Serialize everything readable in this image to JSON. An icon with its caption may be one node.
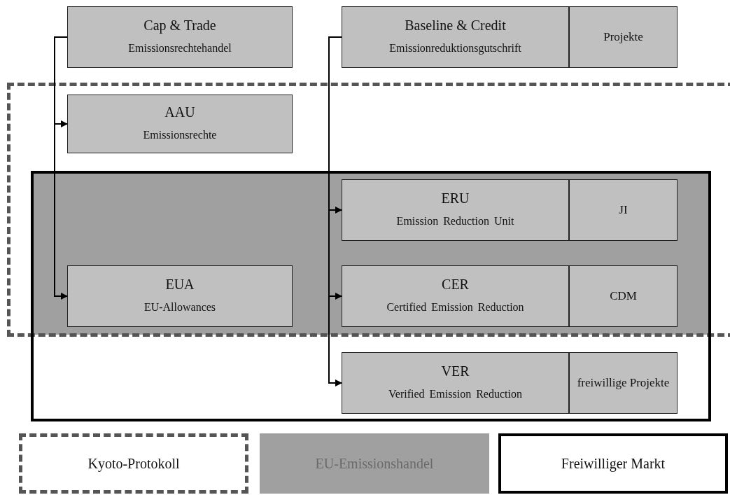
{
  "diagram": {
    "nodes": [
      {
        "text": [
          "Cap & Trade",
          "Emissionsrechtehandel"
        ]
      },
      {
        "text": [
          "Baseline & Credit",
          "Emissionreduktionsgutschrift"
        ]
      },
      {
        "text": [
          "Projekte"
        ]
      },
      {
        "text": [
          "AAU",
          "Emissionsrechte"
        ]
      },
      {
        "text": [
          "ERU",
          "Emission Reduction Unit"
        ]
      },
      {
        "text": [
          "JI"
        ]
      },
      {
        "text": [
          "EUA",
          "EU-Allowances"
        ]
      },
      {
        "text": [
          "CER",
          "Certified Emission Reduction"
        ]
      },
      {
        "text": [
          "CDM"
        ]
      },
      {
        "text": [
          "VER",
          "Verified Emission Reduction"
        ]
      },
      {
        "text": [
          "freiwillige Projekte"
        ]
      }
    ],
    "edges": [
      {
        "from": 0,
        "to": 3,
        "arrow": "to"
      },
      {
        "from": 0,
        "to": 6,
        "arrow": "to"
      },
      {
        "from": 1,
        "to": 4,
        "arrow": "to"
      },
      {
        "from": 1,
        "to": 7,
        "arrow": "to"
      },
      {
        "from": 1,
        "to": 9,
        "arrow": "to"
      }
    ],
    "legend": [
      {
        "text": "Kyoto-Protokoll"
      },
      {
        "text": "EU-Emissionshandel",
        "color": "#a0a0a0"
      },
      {
        "text": "Freiwilliger Markt"
      }
    ]
  }
}
